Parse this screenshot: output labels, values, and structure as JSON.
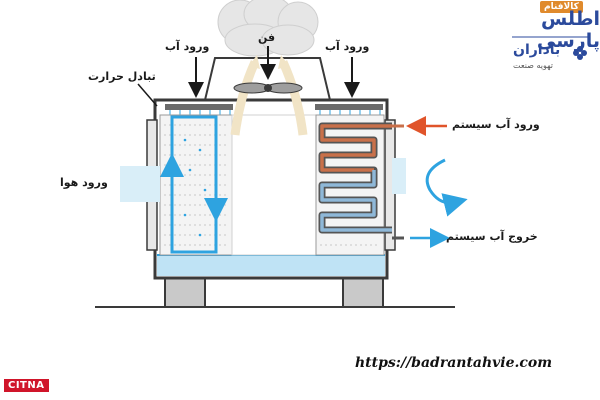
{
  "labels": {
    "fan": "فن",
    "water_in_left": "ورود آب",
    "water_in_right": "ورود آب",
    "heat_exchange": "تبادل حرارت",
    "air_in": "ورود هوا",
    "system_water_in": "ورود آب سیستم",
    "system_water_out": "خروج آب سیستم"
  },
  "logos": {
    "atlas_tag": "کالافنام",
    "atlas_name": "اطلس پارسی",
    "badran_name": "باداران",
    "badran_sub": "تهویه صنعت"
  },
  "website": "https://badrantahvie.com",
  "watermark": "CITNA",
  "colors": {
    "water_blue": "#2ea3e0",
    "hot_coil": "#c9704a",
    "arrow_orange": "#e0542a",
    "tower_outline": "#3a3a3a",
    "basin": "#bfe3f5"
  }
}
